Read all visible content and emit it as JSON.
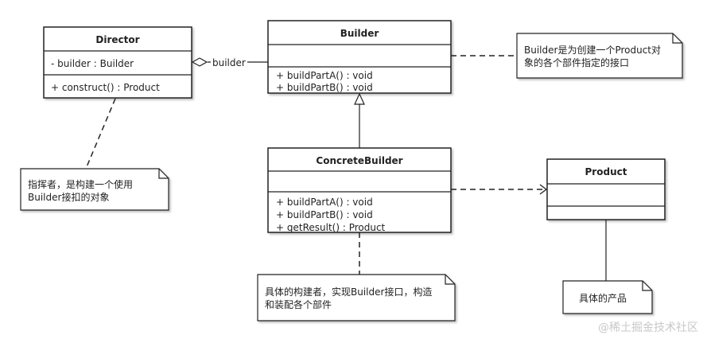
{
  "classes": {
    "director": {
      "name": "Director",
      "attributes": [
        "- builder : Builder"
      ],
      "operations": [
        "+ construct()  : Product"
      ]
    },
    "builder": {
      "name": "Builder",
      "attributes": [],
      "operations": [
        "+ buildPartA() : void",
        "+ buildPartB() : void"
      ]
    },
    "concrete_builder": {
      "name": "ConcreteBuilder",
      "attributes": [],
      "operations": [
        "+ buildPartA() : void",
        "+ buildPartB() : void",
        "+ getResult() : Product"
      ]
    },
    "product": {
      "name": "Product",
      "attributes": [],
      "operations": []
    }
  },
  "relations": {
    "aggregation_label": "builder"
  },
  "notes": {
    "builder_note": [
      "Builder是为创建一个Product对",
      "象的各个部件指定的接口"
    ],
    "director_note": [
      "指挥者，是构建一个使用",
      "Builder接扣的对象"
    ],
    "concrete_note": [
      "具体的构建者，实现Builder接口，构造",
      "和装配各个部件"
    ],
    "product_note": [
      "具体的产品"
    ]
  },
  "watermark": "@稀土掘金技术社区"
}
